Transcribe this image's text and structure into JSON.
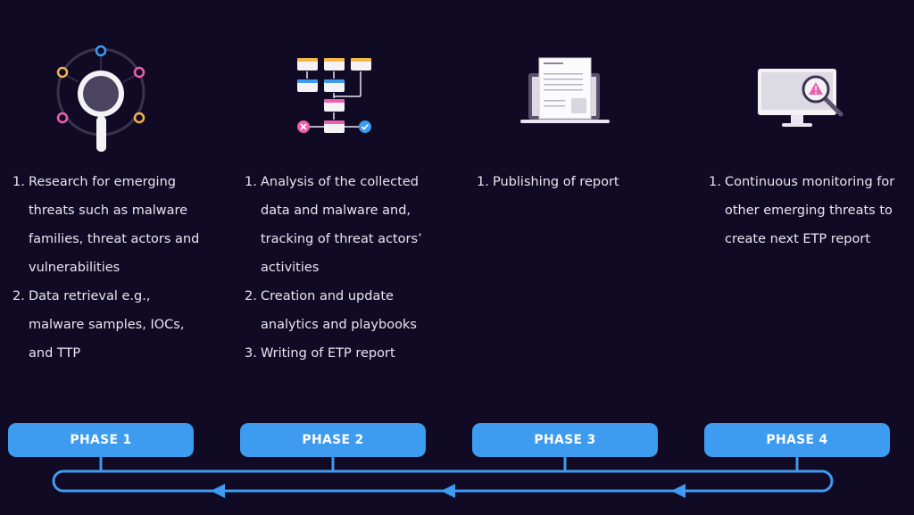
{
  "colors": {
    "background": "#110a24",
    "accent_blue": "#3d9bf0",
    "text": "#e9e6f2"
  },
  "phases": [
    {
      "label": "PHASE 1",
      "icon": "magnifier-network-icon",
      "steps": [
        {
          "num": "1.",
          "text": "Research for emerging threats such as malware families, threat actors and vulnerabilities"
        },
        {
          "num": "2.",
          "text": " Data retrieval e.g., malware samples, IOCs, and TTP"
        }
      ]
    },
    {
      "label": "PHASE 2",
      "icon": "workflow-diagram-icon",
      "steps": [
        {
          "num": "1.",
          "text": "Analysis of the collected data and malware and, tracking of threat actors’ activities"
        },
        {
          "num": "2.",
          "text": " Creation and update analytics and playbooks"
        },
        {
          "num": "3.",
          "text": " Writing of ETP report"
        }
      ]
    },
    {
      "label": "PHASE 3",
      "icon": "laptop-report-icon",
      "steps": [
        {
          "num": "1.",
          "text": "Publishing of report"
        }
      ]
    },
    {
      "label": "PHASE 4",
      "icon": "monitor-alert-icon",
      "steps": [
        {
          "num": "1.",
          "text": "Continuous monitoring for other emerging threats to create next ETP report"
        }
      ]
    }
  ]
}
